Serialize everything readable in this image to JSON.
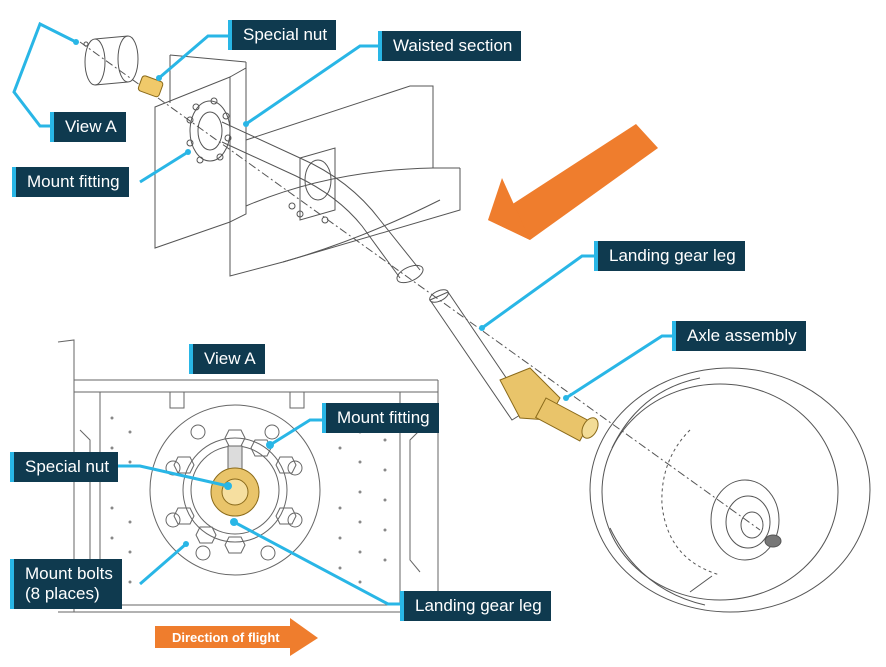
{
  "colors": {
    "label_bg": "#0f3a4f",
    "label_accent": "#29b6e6",
    "leader": "#29b6e6",
    "arrow": "#ef7d2d",
    "part_highlight": "#e9c46a",
    "line_art": "#555555"
  },
  "labels": {
    "special_nut_top": "Special nut",
    "waisted_section": "Waisted section",
    "view_a_callout": "View A",
    "mount_fitting_top": "Mount fitting",
    "landing_gear_leg_right": "Landing gear leg",
    "axle_assembly": "Axle assembly",
    "view_a_title": "View A",
    "mount_fitting_detail": "Mount fitting",
    "special_nut_detail": "Special nut",
    "mount_bolts": "Mount bolts\n(8 places)",
    "landing_gear_leg_detail": "Landing gear leg"
  },
  "arrows": {
    "main_direction": "Direction of flight",
    "detail_direction": "Direction of flight"
  }
}
